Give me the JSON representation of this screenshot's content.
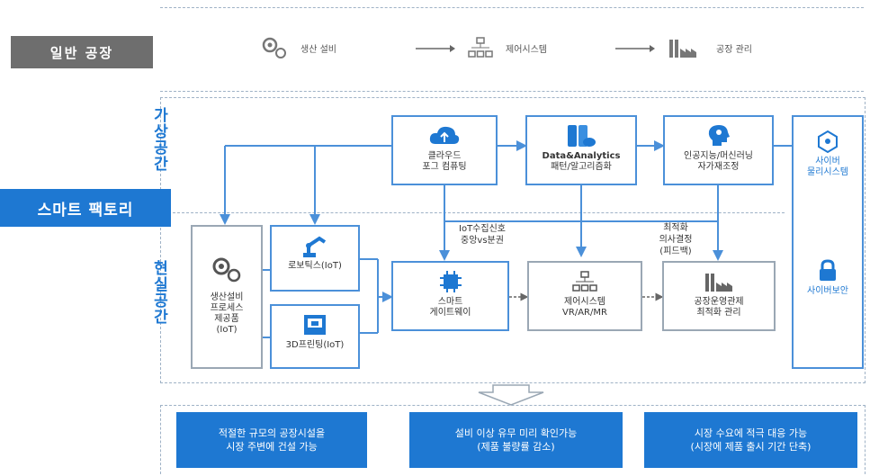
{
  "general_factory": {
    "label": "일반 공장",
    "steps": [
      {
        "label": "생산 설비",
        "icon": "gears-icon"
      },
      {
        "label": "제어시스템",
        "icon": "network-icon"
      },
      {
        "label": "공장 관리",
        "icon": "factory-icon"
      }
    ]
  },
  "smart_factory": {
    "label": "스마트 팩토리",
    "virtual_space": "가상공간",
    "real_space": "현실공간",
    "virtual_nodes": {
      "cloud": {
        "line1": "클라우드",
        "line2": "포그 컴퓨팅"
      },
      "analytics": {
        "line1": "Data&Analytics",
        "line2": "패턴/알고리즘화"
      },
      "ai": {
        "line1": "인공지능/머신러닝",
        "line2": "자가재조정"
      }
    },
    "cyber_column": {
      "physical_system": {
        "line1": "사이버",
        "line2": "물리시스템"
      },
      "security": "사이버보안"
    },
    "real_nodes": {
      "production": {
        "line1": "생산설비",
        "line2": "프로세스",
        "line3": "제공품",
        "line4": "(IoT)"
      },
      "robotics": "로보틱스(IoT)",
      "printing": "3D프린팅(IoT)",
      "gateway": {
        "line1": "스마트",
        "line2": "게이트웨이"
      },
      "control": {
        "line1": "제어시스템",
        "line2": "VR/AR/MR"
      },
      "operations": {
        "line1": "공장운영관제",
        "line2": "최적화 관리"
      }
    },
    "annotations": {
      "iot_signal": {
        "line1": "IoT수집신호",
        "line2": "중앙vs분권"
      },
      "decision": {
        "line1": "최적화",
        "line2": "의사결정",
        "line3": "(피드백)"
      }
    }
  },
  "results": [
    {
      "line1": "적절한 규모의 공장시설을",
      "line2": "시장 주변에 건설 가능"
    },
    {
      "line1": "설비 이상 유무 미리 확인가능",
      "line2": "(제품 불량률 감소)"
    },
    {
      "line1": "시장 수요에 적극 대응 가능",
      "line2": "(시장에 제품 출시 기간 단축)"
    }
  ],
  "colors": {
    "brand_blue": "#1e78d2",
    "gray": "#6e6e6e",
    "border": "#9aa7b4"
  }
}
